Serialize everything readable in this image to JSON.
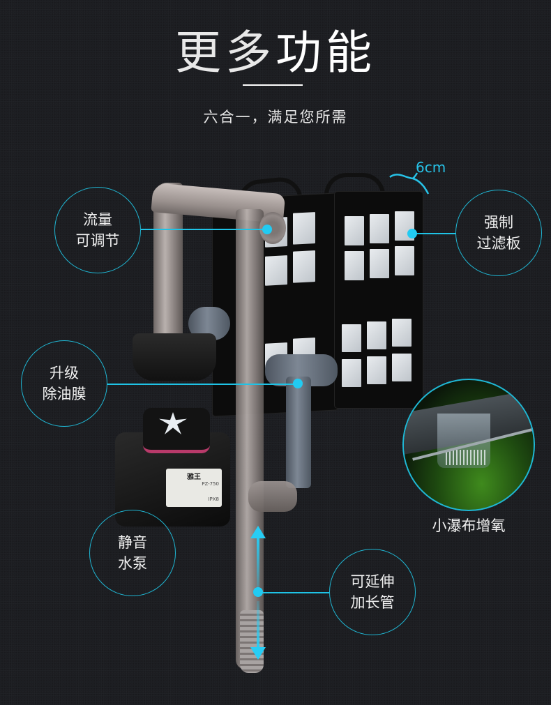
{
  "header": {
    "title_part1": "更多",
    "title_part2": "功能",
    "subtitle": "六合一，满足您所需"
  },
  "dimension_label": "6cm",
  "features": [
    {
      "id": "flow",
      "line1": "流量",
      "line2": "可调节"
    },
    {
      "id": "filter-board",
      "line1": "强制",
      "line2": "过滤板"
    },
    {
      "id": "oil-film",
      "line1": "升级",
      "line2": "除油膜"
    },
    {
      "id": "pump",
      "line1": "静音",
      "line2": "水泵"
    },
    {
      "id": "extension-tube",
      "line1": "可延伸",
      "line2": "加长管"
    }
  ],
  "waterfall_caption": "小瀑布增氧",
  "pump_sticker": {
    "brand": "雅王",
    "model": "PZ-750",
    "rating": "IPX8"
  },
  "colors": {
    "background": "#1c1d21",
    "accent_cyan": "#22cbf2",
    "circle_border": "#1fb7d4",
    "text": "#ffffff"
  }
}
